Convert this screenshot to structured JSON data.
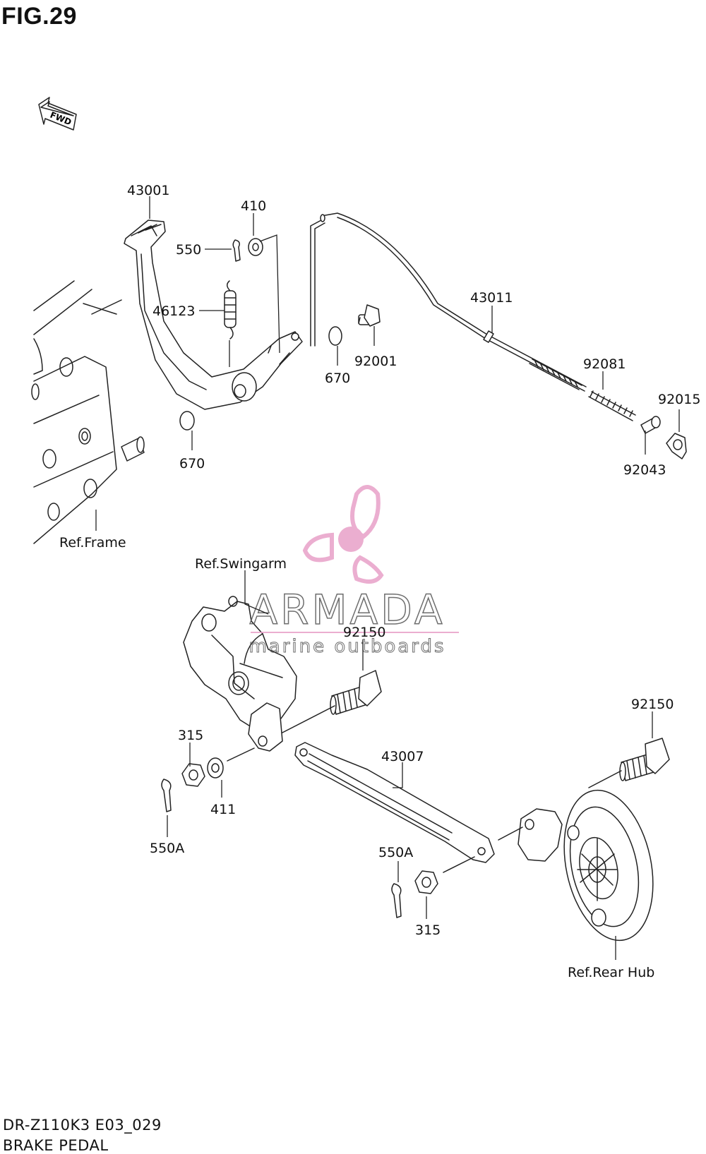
{
  "figure": {
    "title": "FIG.29",
    "model_code": "DR-Z110K3 E03_029",
    "diagram_name": "BRAKE PEDAL"
  },
  "fwd_label": "FWD",
  "watermark": {
    "brand": "ARMADA",
    "tagline": "marine outboards",
    "color": "#e8a0c8"
  },
  "parts": [
    {
      "id": "p43001",
      "label": "43001"
    },
    {
      "id": "p410",
      "label": "410"
    },
    {
      "id": "p550",
      "label": "550"
    },
    {
      "id": "p46123",
      "label": "46123"
    },
    {
      "id": "p670a",
      "label": "670"
    },
    {
      "id": "p92001",
      "label": "92001"
    },
    {
      "id": "p670b",
      "label": "670"
    },
    {
      "id": "p43011",
      "label": "43011"
    },
    {
      "id": "p92081",
      "label": "92081"
    },
    {
      "id": "p92015",
      "label": "92015"
    },
    {
      "id": "p92043",
      "label": "92043"
    },
    {
      "id": "p92150a",
      "label": "92150"
    },
    {
      "id": "p92150b",
      "label": "92150"
    },
    {
      "id": "p315a",
      "label": "315"
    },
    {
      "id": "p411",
      "label": "411"
    },
    {
      "id": "p550a1",
      "label": "550A"
    },
    {
      "id": "p43007",
      "label": "43007"
    },
    {
      "id": "p550a2",
      "label": "550A"
    },
    {
      "id": "p315b",
      "label": "315"
    }
  ],
  "references": [
    {
      "id": "frame",
      "label": "Ref.Frame"
    },
    {
      "id": "swingarm",
      "label": "Ref.Swingarm"
    },
    {
      "id": "rearhub",
      "label": "Ref.Rear Hub"
    }
  ]
}
